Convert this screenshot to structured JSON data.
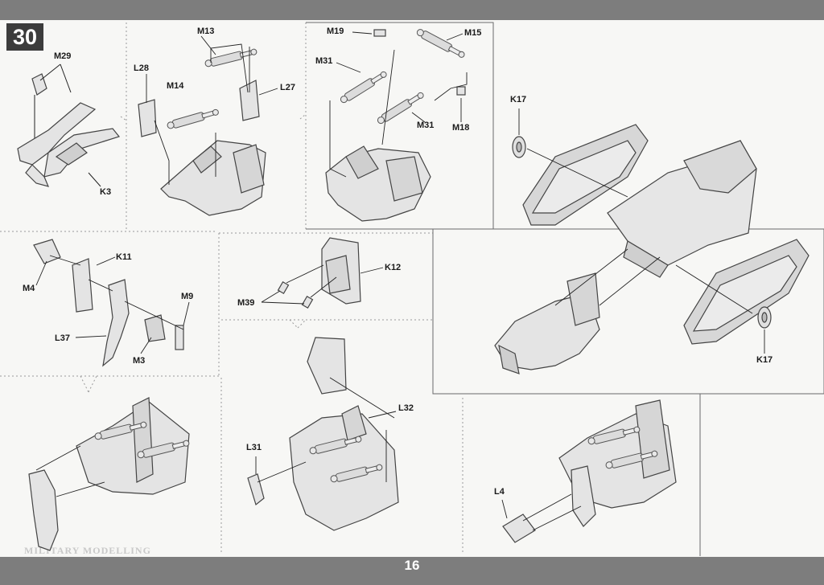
{
  "step_number": "30",
  "page_number": "16",
  "watermark": "MILITARY MODELLING",
  "labels": [
    {
      "id": "m29",
      "text": "M29"
    },
    {
      "id": "k3",
      "text": "K3"
    },
    {
      "id": "m13",
      "text": "M13"
    },
    {
      "id": "l28",
      "text": "L28"
    },
    {
      "id": "m14",
      "text": "M14"
    },
    {
      "id": "l27",
      "text": "L27"
    },
    {
      "id": "m19",
      "text": "M19"
    },
    {
      "id": "m15",
      "text": "M15"
    },
    {
      "id": "m31a",
      "text": "M31"
    },
    {
      "id": "m31b",
      "text": "M31"
    },
    {
      "id": "m18",
      "text": "M18"
    },
    {
      "id": "k17a",
      "text": "K17"
    },
    {
      "id": "k17b",
      "text": "K17"
    },
    {
      "id": "k11",
      "text": "K11"
    },
    {
      "id": "m4",
      "text": "M4"
    },
    {
      "id": "m9",
      "text": "M9"
    },
    {
      "id": "l37",
      "text": "L37"
    },
    {
      "id": "m3",
      "text": "M3"
    },
    {
      "id": "k12",
      "text": "K12"
    },
    {
      "id": "m39",
      "text": "M39"
    },
    {
      "id": "l32",
      "text": "L32"
    },
    {
      "id": "l31",
      "text": "L31"
    },
    {
      "id": "l4",
      "text": "L4"
    }
  ]
}
